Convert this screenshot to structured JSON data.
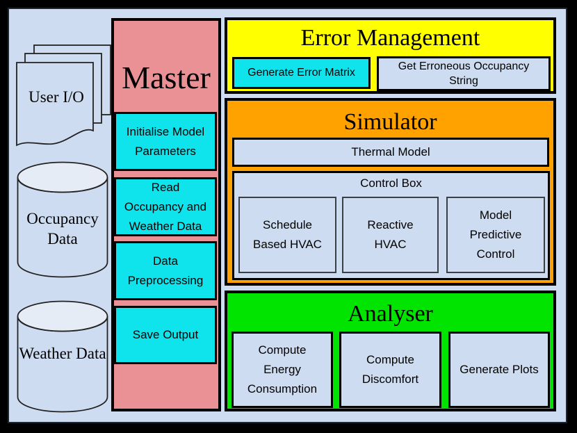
{
  "left_column": {
    "user_io": {
      "label": "User I/O"
    },
    "occupancy_db": {
      "label": "Occupancy Data"
    },
    "weather_db": {
      "label": "Weather Data"
    }
  },
  "master": {
    "title": "Master",
    "steps": [
      "Initialise Model Parameters",
      "Read Occupancy and Weather Data",
      "Data Preprocessing",
      "Save Output"
    ]
  },
  "error_management": {
    "title": "Error Management",
    "generate_error_matrix": "Generate Error Matrix",
    "get_erroneous_occupancy_string": "Get Erroneous Occupancy String"
  },
  "simulator": {
    "title": "Simulator",
    "thermal_model": "Thermal Model",
    "control_box": {
      "title": "Control Box",
      "items": [
        "Schedule Based HVAC",
        "Reactive HVAC",
        "Model Predictive Control"
      ]
    }
  },
  "analyser": {
    "title": "Analyser",
    "items": [
      "Compute Energy Consumption",
      "Compute Discomfort",
      "Generate Plots"
    ]
  },
  "colors": {
    "frame": "#000000",
    "panel_bg": "#CEDCF1",
    "master_pink": "#EA9196",
    "process_cyan": "#0FE3EC",
    "error_yellow": "#FFFF00",
    "simulator_orange": "#FFA200",
    "analyser_green": "#00E400",
    "box_blue": "#CEDCF1"
  }
}
